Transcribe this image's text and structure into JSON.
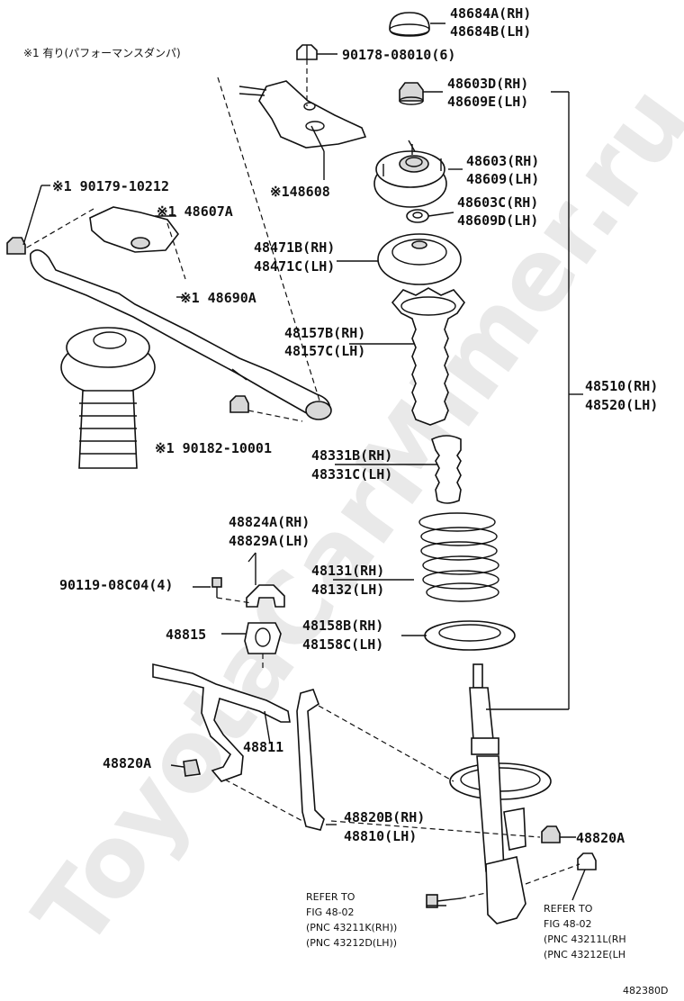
{
  "watermark": "ToyotaCarMimer.ru",
  "note": "※1 有り(パフォーマンスダンパ)",
  "diagram_id": "482380D",
  "labels": {
    "p48684": [
      "48684A(RH)",
      "48684B(LH)"
    ],
    "p90178": "90178-08010(6)",
    "p48603d": [
      "48603D(RH)",
      "48609E(LH)"
    ],
    "p48608": "※148608",
    "p90179": "※1 90179-10212",
    "p48607": "※1 48607A",
    "p48603": [
      "48603(RH)",
      "48609(LH)"
    ],
    "p48603c": [
      "48603C(RH)",
      "48609D(LH)"
    ],
    "p48471": [
      "48471B(RH)",
      "48471C(LH)"
    ],
    "p48690": "※1 48690A",
    "p48157": [
      "48157B(RH)",
      "48157C(LH)"
    ],
    "p48510": [
      "48510(RH)",
      "48520(LH)"
    ],
    "p90182": "※1 90182-10001",
    "p48331": [
      "48331B(RH)",
      "48331C(LH)"
    ],
    "p48824": [
      "48824A(RH)",
      "48829A(LH)"
    ],
    "p48131": [
      "48131(RH)",
      "48132(LH)"
    ],
    "p90119": "90119-08C04(4)",
    "p48815": "48815",
    "p48158": [
      "48158B(RH)",
      "48158C(LH)"
    ],
    "p48811": "48811",
    "p48820a_left": "48820A",
    "p48820b": [
      "48820B(RH)",
      "48810(LH)"
    ],
    "p48820a_right": "48820A"
  },
  "refer_left": [
    "REFER TO",
    "FIG 48-02",
    "(PNC 43211K(RH))",
    "(PNC 43212D(LH))"
  ],
  "refer_right": [
    "REFER TO",
    "FIG 48-02",
    "(PNC 43211L(RH",
    "(PNC 43212E(LH"
  ]
}
